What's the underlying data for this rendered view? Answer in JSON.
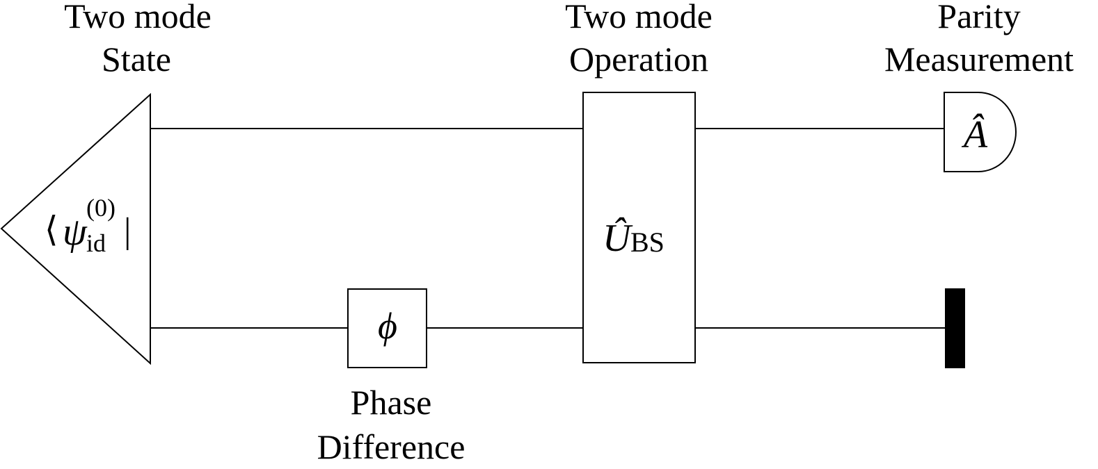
{
  "labels": {
    "state_line1": "Two mode",
    "state_line2": "State",
    "operation_line1": "Two mode",
    "operation_line2": "Operation",
    "parity_line1": "Parity",
    "parity_line2": "Measurement",
    "phase_line1": "Phase",
    "phase_line2": "Difference"
  },
  "symbols": {
    "state_bra_open": "⟨",
    "state_psi": "ψ",
    "state_superscript": "(0)",
    "state_subscript": "id",
    "state_bra_close": "|",
    "phase": "ϕ",
    "unitary": "Û",
    "unitary_subscript": "BS",
    "observable": "Â"
  }
}
